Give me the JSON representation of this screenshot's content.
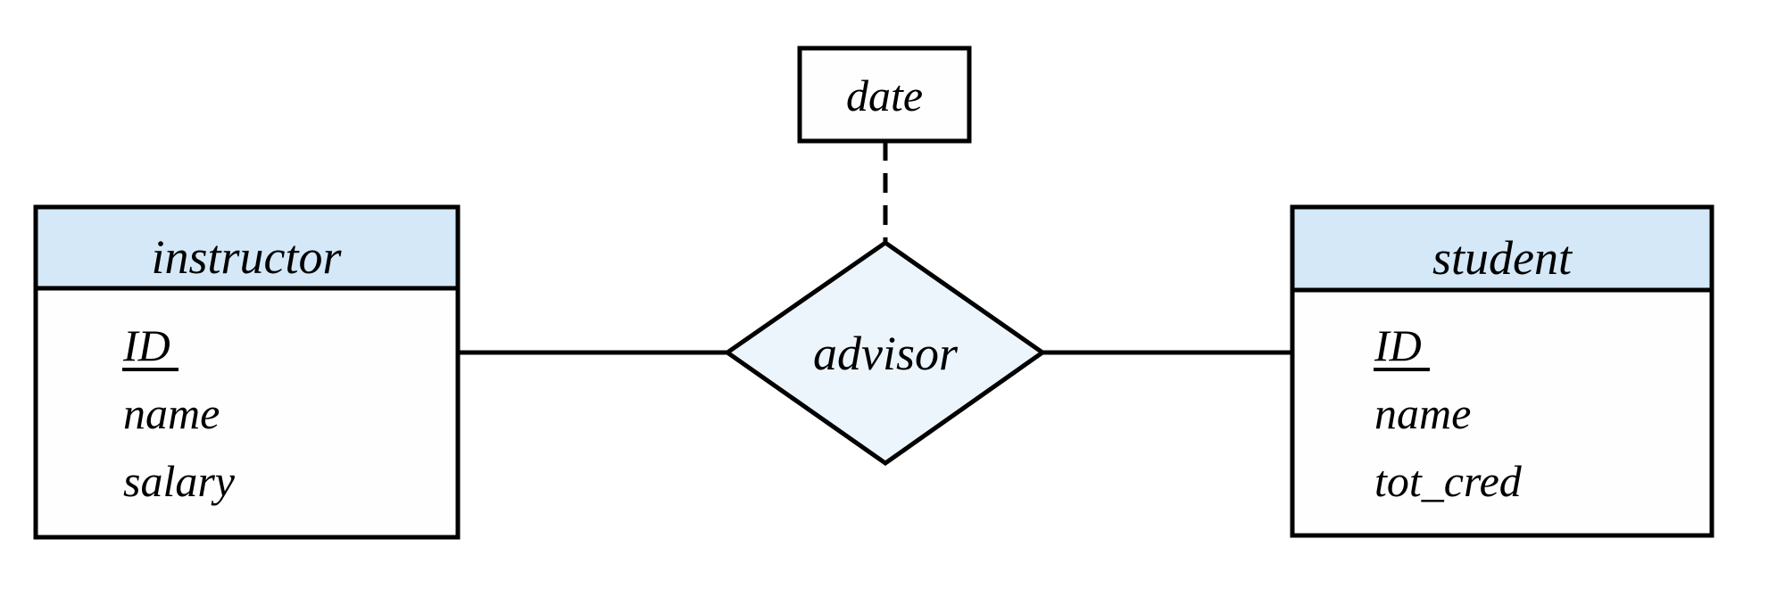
{
  "diagram": {
    "kind": "er-diagram",
    "background_color": "#ffffff",
    "stroke_color": "#000000",
    "entity_header_color": "#d4e8f7",
    "entity_body_color": "#fefefe",
    "relationship_color": "#edf5fc"
  },
  "entities": [
    {
      "id": "instructor",
      "title": "instructor",
      "attributes": [
        {
          "label": "ID",
          "primary_key": true
        },
        {
          "label": "name",
          "primary_key": false
        },
        {
          "label": "salary",
          "primary_key": false
        }
      ]
    },
    {
      "id": "student",
      "title": "student",
      "attributes": [
        {
          "label": "ID",
          "primary_key": true
        },
        {
          "label": "name",
          "primary_key": false
        },
        {
          "label": "tot_cred",
          "primary_key": false
        }
      ]
    }
  ],
  "relationship": {
    "id": "advisor",
    "title": "advisor",
    "attribute": {
      "label": "date"
    }
  }
}
